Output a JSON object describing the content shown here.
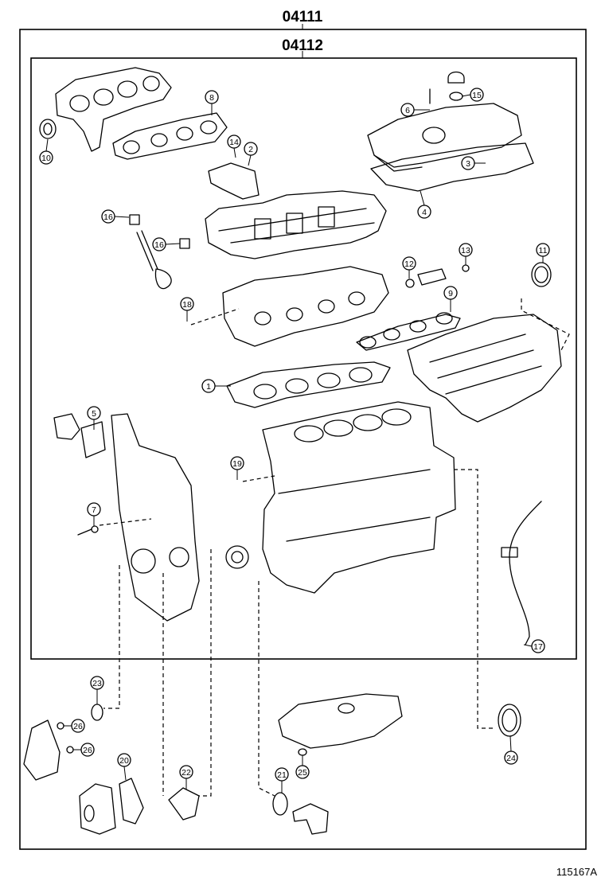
{
  "kit_outer": {
    "code": "04111"
  },
  "kit_inner": {
    "code": "04112"
  },
  "figure_id": "115167A",
  "callouts": [
    "1",
    "2",
    "3",
    "4",
    "5",
    "6",
    "7",
    "8",
    "9",
    "10",
    "11",
    "12",
    "13",
    "14",
    "15",
    "16",
    "16",
    "17",
    "18",
    "19",
    "20",
    "21",
    "22",
    "23",
    "24",
    "25",
    "26",
    "26"
  ]
}
